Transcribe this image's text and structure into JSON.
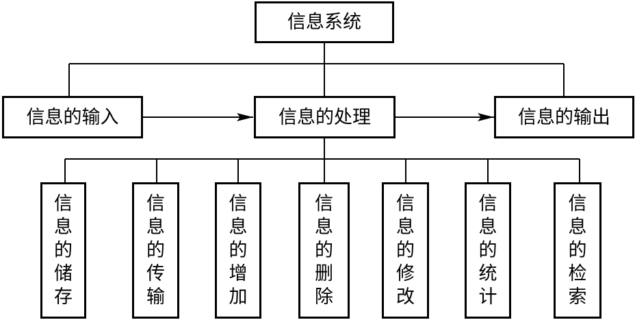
{
  "root": {
    "label": "信息系统"
  },
  "stages": {
    "input": {
      "label": "信息的输入"
    },
    "process": {
      "label": "信息的处理"
    },
    "output": {
      "label": "信息的输出"
    }
  },
  "operations": [
    {
      "label": "信息的储存"
    },
    {
      "label": "信息的传输"
    },
    {
      "label": "信息的增加"
    },
    {
      "label": "信息的删除"
    },
    {
      "label": "信息的修改"
    },
    {
      "label": "信息的统计"
    },
    {
      "label": "信息的检索"
    }
  ]
}
